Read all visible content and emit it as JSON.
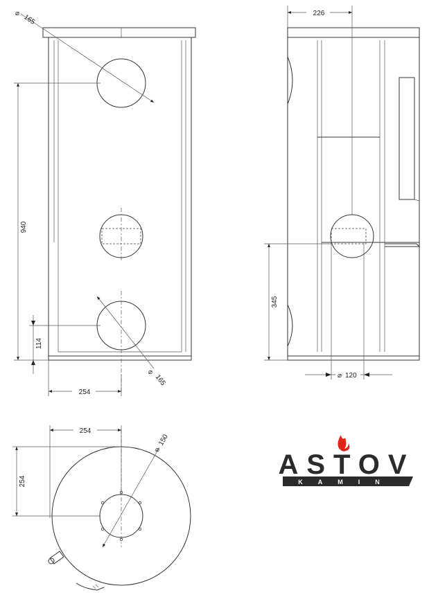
{
  "front_view": {
    "dim_flue_top": "165",
    "dim_height_top": "940",
    "dim_height_bottom": "114",
    "dim_flue_bottom": "165",
    "dim_width": "254"
  },
  "side_view": {
    "dim_depth": "226",
    "dim_height": "345",
    "dim_pipe": "120"
  },
  "top_view": {
    "dim_width": "254",
    "dim_depth": "254",
    "dim_flue": "150"
  },
  "logo": {
    "brand": "ASTOV",
    "sub": "KAMIN",
    "flame_color": "#e2231a",
    "text_color": "#2b2b2b"
  }
}
